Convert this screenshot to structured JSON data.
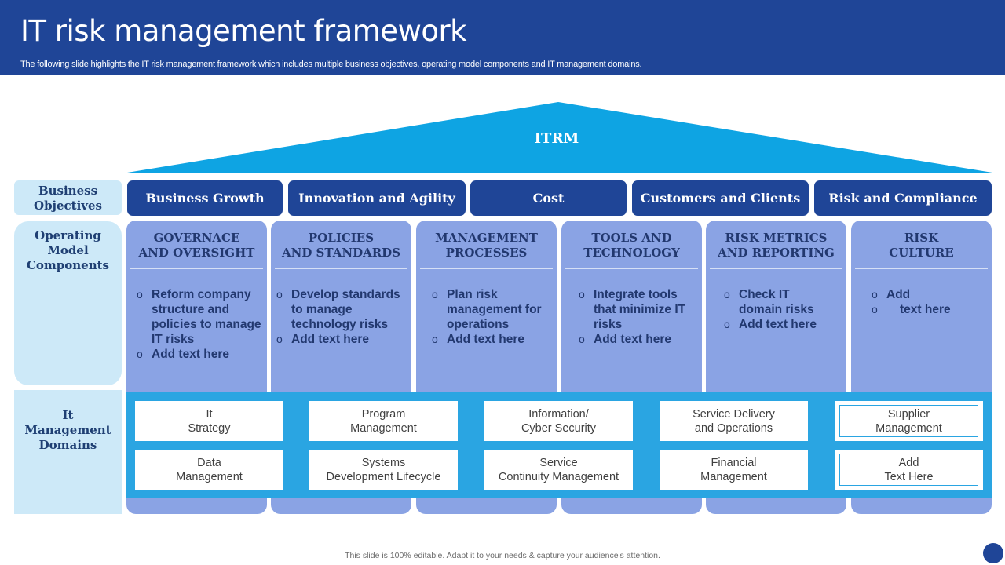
{
  "header": {
    "title": "IT risk management framework",
    "subtitle": "The following slide highlights the IT risk management framework which includes multiple business objectives, operating model components and IT management domains."
  },
  "roof": {
    "label": "ITRM"
  },
  "side_labels": {
    "business_objectives": "Business\nObjectives",
    "operating_model": "Operating\nModel\nComponents",
    "it_domains": "It\nManagement\nDomains"
  },
  "objectives": [
    "Business Growth",
    "Innovation and Agility",
    "Cost",
    "Customers and Clients",
    "Risk and Compliance"
  ],
  "components": [
    {
      "heading": "GOVERNACE\nAND OVERSIGHT",
      "bullets": [
        "Reform company structure and policies to manage IT risks",
        "Add text here"
      ]
    },
    {
      "heading": "POLICIES\nAND STANDARDS",
      "bullets": [
        "Develop standards to manage technology risks",
        "Add text here"
      ]
    },
    {
      "heading": "MANAGEMENT\nPROCESSES",
      "bullets": [
        "Plan risk management for operations",
        "Add text here"
      ]
    },
    {
      "heading": "TOOLS AND\nTECHNOLOGY",
      "bullets": [
        "Integrate tools that minimize IT risks",
        "Add text here"
      ]
    },
    {
      "heading": "RISK METRICS\nAND REPORTING",
      "bullets": [
        "Check IT domain risks",
        "Add text here"
      ]
    },
    {
      "heading": "RISK\nCULTURE",
      "bullets": [
        "Add",
        "text here"
      ]
    }
  ],
  "domains": [
    {
      "top": "It\nStrategy",
      "bottom": "Data\nManagement"
    },
    {
      "top": "Program\nManagement",
      "bottom": "Systems\nDevelopment Lifecycle"
    },
    {
      "top": "Information/\nCyber Security",
      "bottom": "Service\nContinuity Management"
    },
    {
      "top": "Service Delivery\nand Operations",
      "bottom": "Financial\nManagement"
    },
    {
      "top": "Supplier\nManagement",
      "bottom": "Add\nText Here"
    }
  ],
  "footer": "This slide is 100% editable. Adapt it to your needs & capture your audience's attention.",
  "colors": {
    "navy": "#1f4597",
    "sky": "#0ea4e3",
    "lavender": "#8aa3e4",
    "pale": "#cde9f8",
    "band": "#2aa5e2"
  }
}
